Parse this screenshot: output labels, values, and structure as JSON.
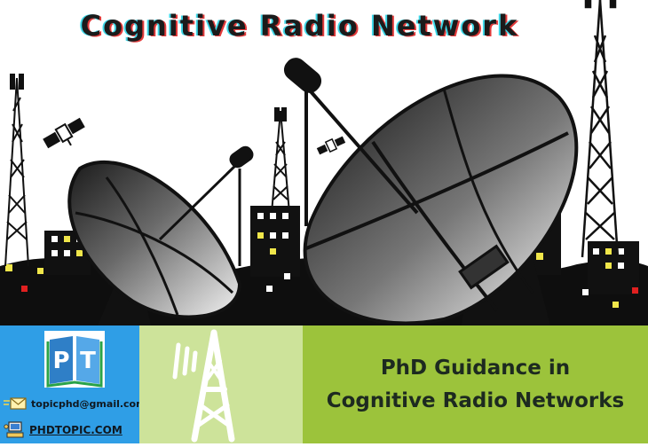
{
  "header": {
    "title": "Cognitive Radio Network"
  },
  "contact": {
    "email": "topicphd@gmail.com",
    "website": "PHDTOPIC.COM",
    "logo_letters": [
      "P",
      "T"
    ]
  },
  "guidance": {
    "line1": "PhD Guidance in",
    "line2": "Cognitive Radio Networks"
  },
  "colors": {
    "contact_panel": "#2f9ee6",
    "antenna_panel": "#cde39a",
    "guidance_panel": "#9cc33b",
    "antenna_icon": "#ffffff"
  },
  "icons": [
    "satellite-dish-icon",
    "cell-tower-icon",
    "satellite-icon",
    "city-building-icon",
    "envelope-icon",
    "computer-icon",
    "antenna-tower-icon"
  ]
}
